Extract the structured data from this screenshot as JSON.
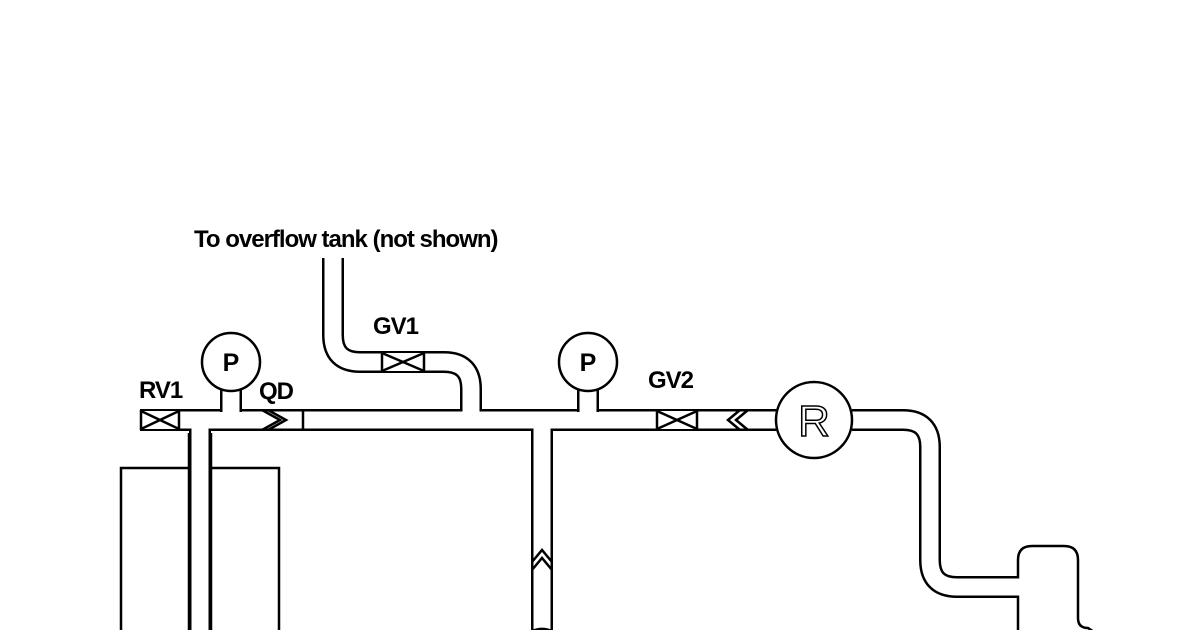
{
  "labels": {
    "overflow": "To overflow tank (not shown)",
    "gv1": "GV1",
    "rv1": "RV1",
    "qd": "QD",
    "gv2": "GV2"
  },
  "gauges": {
    "left": "P",
    "right": "P"
  },
  "regulator": {
    "letter": "R"
  }
}
